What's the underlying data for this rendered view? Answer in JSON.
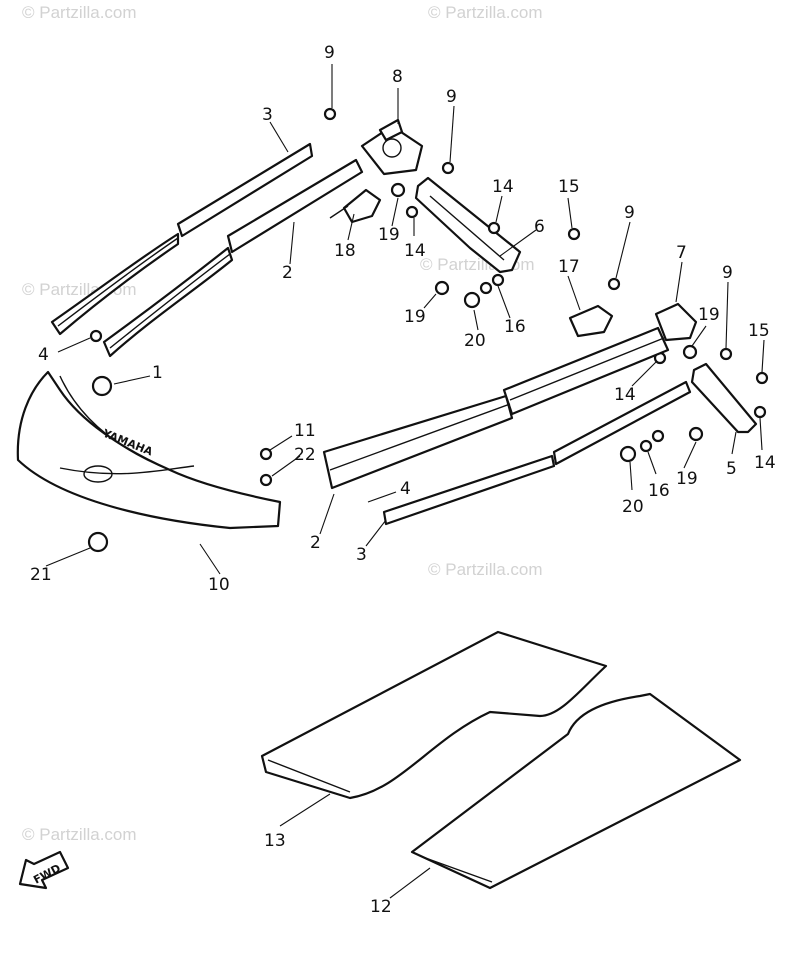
{
  "watermark": "© Partzilla.com",
  "brand_logo": "YAMAHA",
  "direction_label": "FWD",
  "callouts": [
    "9",
    "8",
    "9",
    "3",
    "14",
    "15",
    "6",
    "9",
    "7",
    "9",
    "2",
    "18",
    "19",
    "14",
    "17",
    "19",
    "20",
    "16",
    "15",
    "4",
    "1",
    "19",
    "14",
    "11",
    "22",
    "4",
    "14",
    "5",
    "20",
    "16",
    "19",
    "2",
    "3",
    "21",
    "10",
    "13",
    "12"
  ]
}
